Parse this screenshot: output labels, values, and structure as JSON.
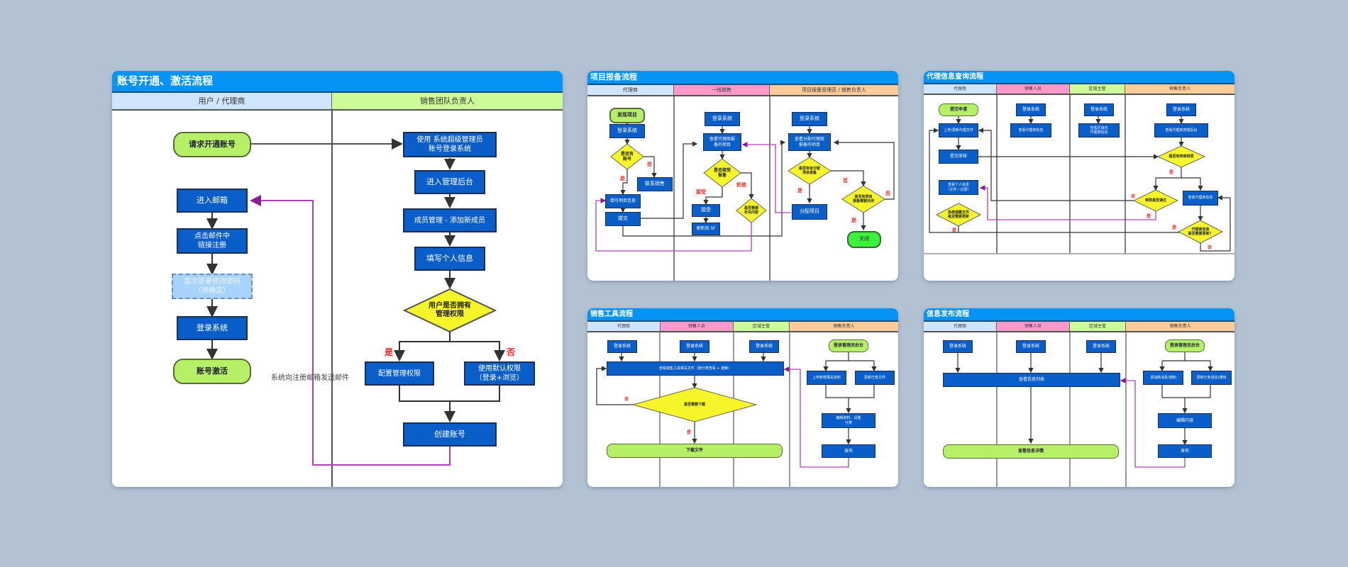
{
  "colors": {
    "background": "#b3c2d3",
    "title_bar": "#0593f5",
    "process": "#0a5ec9",
    "terminal": "#b6f066",
    "terminal_end": "#3cf23c",
    "decision": "#f5f52a",
    "feedback_line": "#b040b8",
    "lane_blue": "#cfe5fb",
    "lane_green": "#cdfb97",
    "lane_pink": "#ff99cc",
    "lane_orange": "#ffcc99",
    "yes_no_text": "#ff2222"
  },
  "panels": {
    "account": {
      "title": "账号开通、激活流程",
      "lanes": [
        "用户 / 代理商",
        "销售团队负责人"
      ],
      "nodes": {
        "request": "请求开通账号",
        "enter_mail": "进入邮箱",
        "click_link": "点击邮件中\n链接注册",
        "first_login": "首次登录修改密码\n（待确定）",
        "login": "登录系统",
        "activated": "账号激活",
        "super_admin_login": "使用 系统超级管理员\n账号登录系统",
        "enter_admin": "进入管理后台",
        "member_mgmt": "成员管理 - 添加新成员",
        "fill_info": "填写个人信息",
        "has_admin": "用户是否拥有\n管理权限",
        "config_perm": "配置管理权限",
        "default_perm": "使用默认权限\n（登录+浏览）",
        "create_account": "创建账号"
      },
      "yes": "是",
      "no": "否",
      "email_note": "系统向注册邮箱发送邮件"
    },
    "report": {
      "title": "项目报备流程",
      "lanes": [
        "代理商",
        "一线销售",
        "项目报备管理员 / 销售负责人"
      ],
      "nodes": {
        "discover": "发现项目",
        "a_login": "登录系统",
        "is_agent": "是否有\n账号",
        "contact_sales": "联系销售",
        "fill_project": "填写项目信息",
        "submit": "提交",
        "s_login": "登录系统",
        "view_agent": "查看代理商报\n备的项目",
        "accept": "是否接受\n报备",
        "accepted": "接受",
        "update_sf": "更新到 SF",
        "need_more": "是否需要\n补充内容",
        "m_login": "登录系统",
        "view_all": "查看分配代理商\n报备的项目",
        "assign_sales": "是否有单分配\n项目报备",
        "assign": "分配项目",
        "still_valid": "是否有项目\n报备需要关闭",
        "close": "关闭"
      },
      "yes": "是",
      "no": "否",
      "accept_label": "接受",
      "reject_label": "拒绝"
    },
    "query": {
      "title": "代理信息查询流程",
      "lanes": [
        "代理商",
        "销售人员",
        "区域主管",
        "销售负责人"
      ],
      "nodes": {
        "apply": "提交申请",
        "upload": "上传/更新代理文件",
        "submit_review": "提交审核",
        "view_personal": "查看个人信息\n（文件 / 记录）",
        "need_update": "系统提醒文件\n是否需要更新",
        "s_login": "登录系统",
        "s_view": "查看代理商信息",
        "r_login": "登录系统",
        "r_view": "查看区域内\n代理商信息",
        "m_login": "登录系统",
        "m_view": "查看代理商管理后台",
        "new_review": "是否有待审核项",
        "approve": "审核是否通过",
        "m_view_agent": "查看代理商信息",
        "agent_update": "代理商信息\n是否需要更新？"
      },
      "yes": "是",
      "no": "否"
    },
    "tools": {
      "title": "销售工具流程",
      "lanes": [
        "代理商",
        "销售人员",
        "区域主管",
        "销售负责人"
      ],
      "nodes": {
        "a_login": "登录系统",
        "s_login": "登录系统",
        "r_login": "登录系统",
        "view_tools": "查看销售工具相关文件（按分类查看 + 搜索）",
        "need_download": "是否需要下载",
        "download": "下载文件",
        "start": "登录管理员后台",
        "upload_new": "上传新增相关资料",
        "update_old": "更新已有文件",
        "edit_meta": "编辑资料、设置\n分类",
        "publish": "发布"
      },
      "yes": "是",
      "no": "否"
    },
    "publish": {
      "title": "信息发布流程",
      "lanes": [
        "代理商",
        "销售人员",
        "区域主管",
        "销售负责人"
      ],
      "nodes": {
        "a_login": "登录系统",
        "s_login": "登录系统",
        "r_login": "登录系统",
        "view_list": "查看信息列表",
        "view_detail": "查看信息详情",
        "start": "登录管理员后台",
        "add_new": "添加新消息/通知",
        "update_old": "更新已有消息/通知",
        "edit": "编辑内容",
        "publish": "发布"
      }
    }
  }
}
